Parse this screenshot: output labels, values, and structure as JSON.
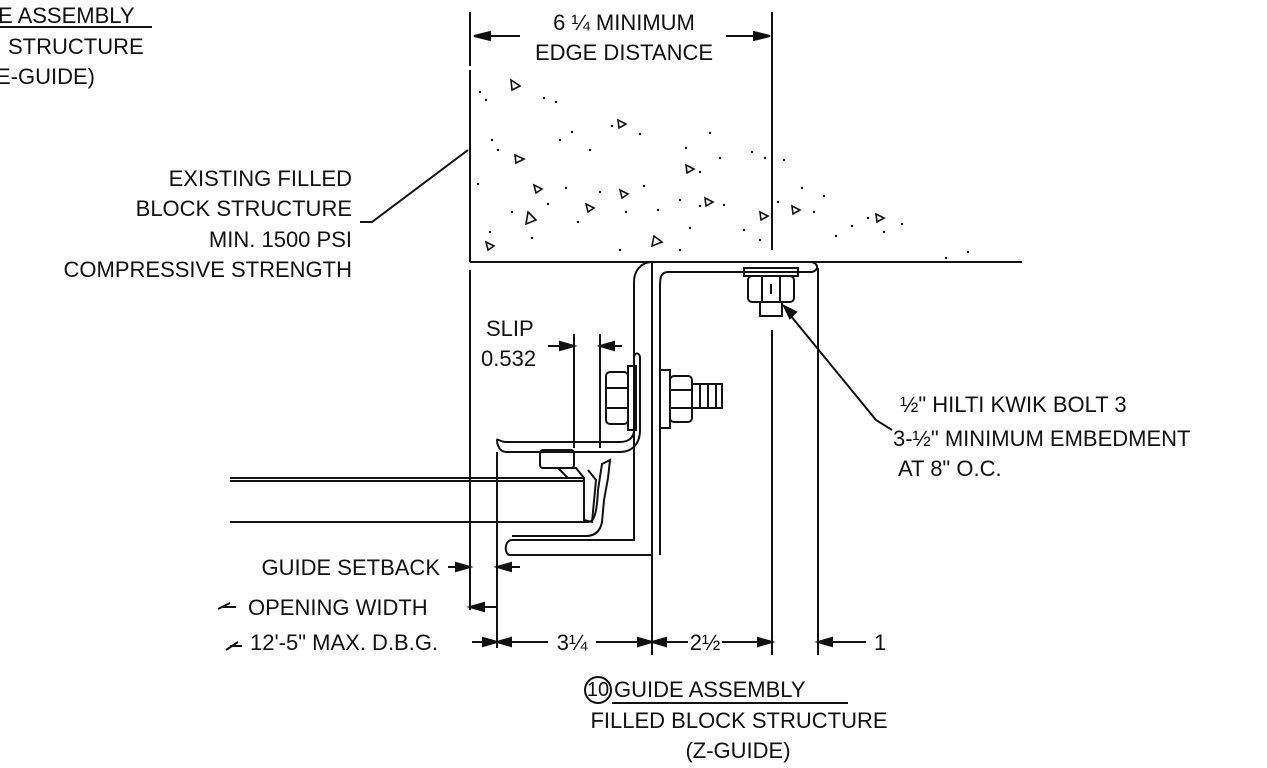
{
  "prev_title": {
    "line1": "E ASSEMBLY",
    "line2": "STRUCTURE",
    "line3": "E-GUIDE)"
  },
  "edge": {
    "line1": "6 ¼ MINIMUM",
    "line2": "EDGE DISTANCE"
  },
  "structure": {
    "line1": "EXISTING FILLED",
    "line2": "BLOCK STRUCTURE",
    "line3": "MIN. 1500 PSI",
    "line4": "COMPRESSIVE STRENGTH"
  },
  "slip": {
    "label": "SLIP",
    "value": "0.532"
  },
  "bolt": {
    "line1": "½\" HILTI KWIK BOLT 3",
    "line2": "3-½\" MINIMUM EMBEDMENT",
    "line3": "AT 8\" O.C."
  },
  "dims": {
    "guide_setback": "GUIDE SETBACK",
    "opening_width": "OPENING WIDTH",
    "dbg": "12'-5\" MAX. D.B.G.",
    "d1": "3¼",
    "d2": "2½",
    "d3": "1"
  },
  "title": {
    "number": "10",
    "line1": "GUIDE ASSEMBLY",
    "line2": "FILLED BLOCK STRUCTURE",
    "line3": "(Z-GUIDE)"
  }
}
